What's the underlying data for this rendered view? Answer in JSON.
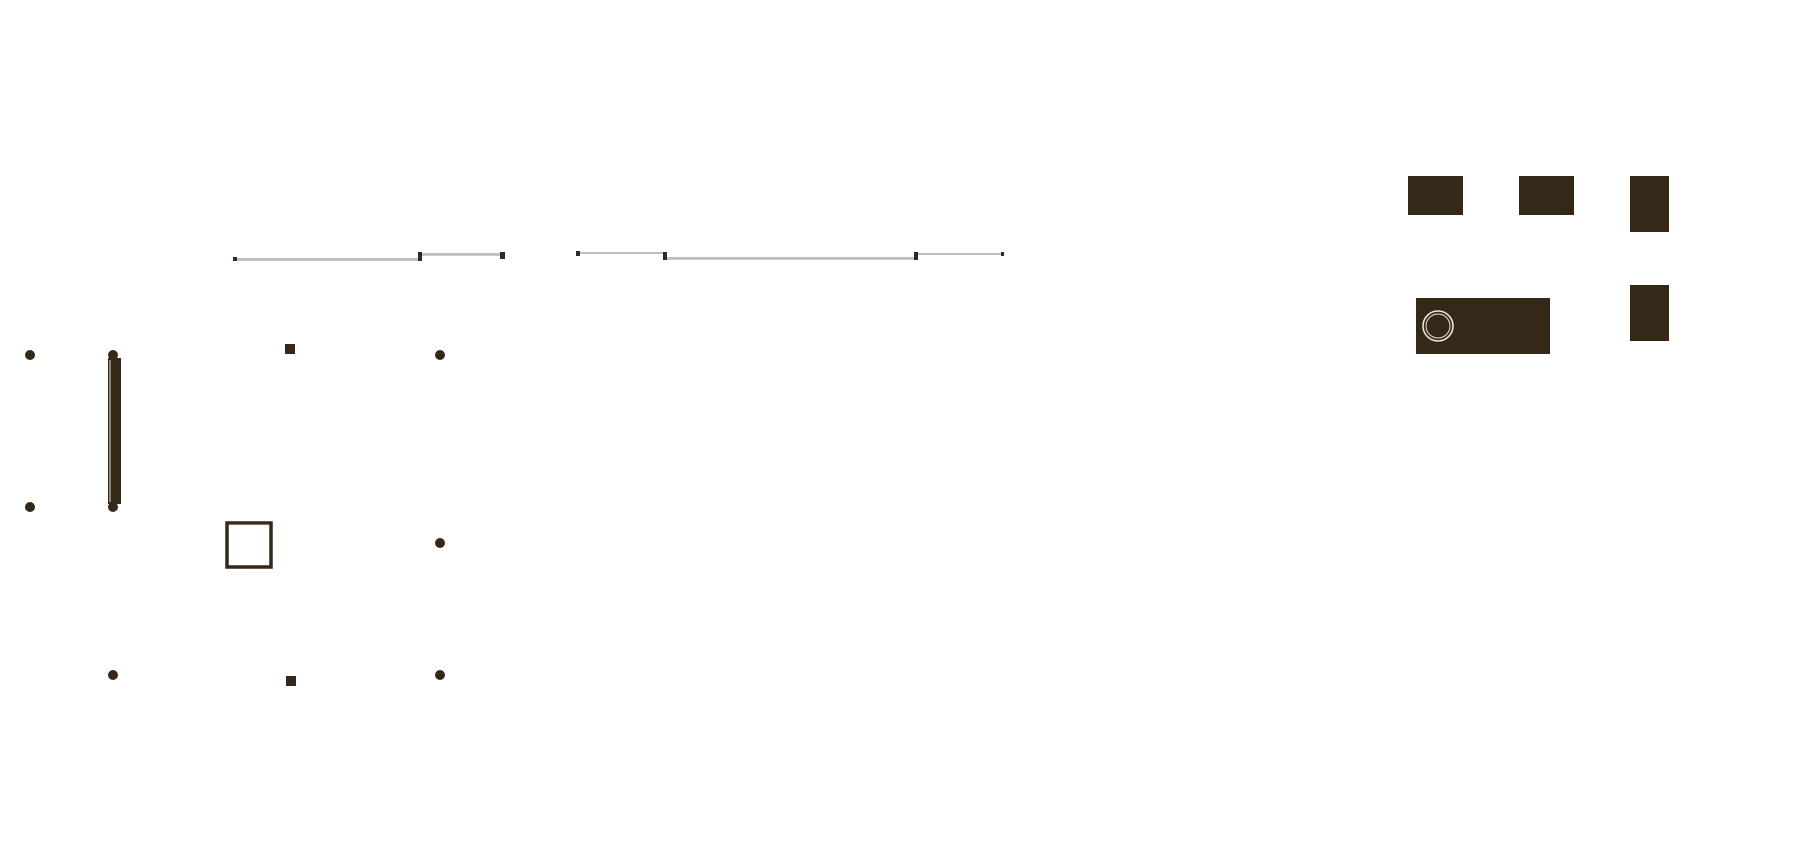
{
  "colors": {
    "background": "#ffffff",
    "ink": "#352818",
    "line": "#c8c8c8",
    "line_dark": "#9a9a9a",
    "highlight": "#e9e4dc"
  },
  "elements": {
    "anchor_points": [
      "dot",
      "dot",
      "dot",
      "dot",
      "dot",
      "dot",
      "dot",
      "dot",
      "dot",
      "dot"
    ],
    "square_markers": [
      "square",
      "square"
    ],
    "blocks": [
      "block",
      "block",
      "block",
      "block",
      "block-with-ring"
    ],
    "rails": [
      "rail",
      "rail"
    ],
    "ring_icon": "ring-icon"
  }
}
